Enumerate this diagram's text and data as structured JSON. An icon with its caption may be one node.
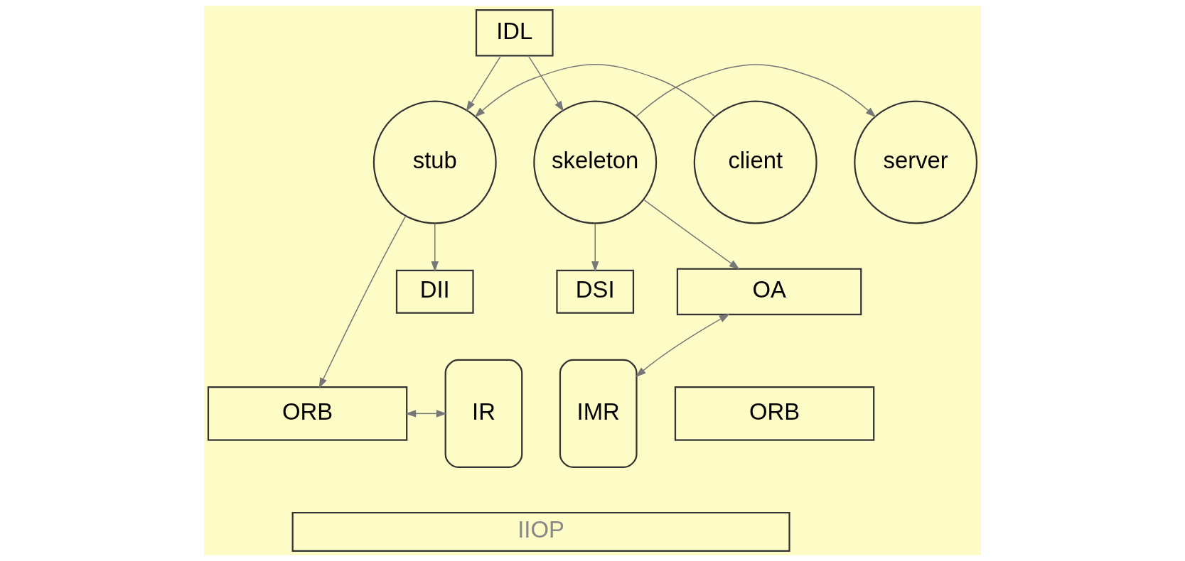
{
  "diagram": {
    "nodes": [
      {
        "text": [
          "IDL"
        ]
      },
      {
        "text": [
          "client"
        ]
      },
      {
        "text": [
          "stub"
        ]
      },
      {
        "text": [
          "skeleton"
        ]
      },
      {
        "text": [
          "server"
        ]
      },
      {
        "text": [
          "IR"
        ]
      },
      {
        "text": [
          "ORB"
        ]
      },
      {
        "text": [
          "DII"
        ]
      },
      {
        "text": [
          "DSI"
        ]
      },
      {
        "text": [
          "OA"
        ]
      },
      {
        "text": [
          "ORB"
        ]
      },
      {
        "text": [
          "IMR"
        ]
      },
      {
        "text": [
          "IIOP"
        ]
      }
    ],
    "edges": [
      {
        "from": 0,
        "to": 2,
        "arrow": "to"
      },
      {
        "from": 0,
        "to": 3,
        "arrow": "to"
      },
      {
        "from": 1,
        "to": 2,
        "arrow": "to"
      },
      {
        "from": 3,
        "to": 4,
        "arrow": "to"
      },
      {
        "from": 2,
        "to": 6,
        "arrow": "to"
      },
      {
        "from": 2,
        "to": 7,
        "arrow": "to"
      },
      {
        "from": 3,
        "to": 8,
        "arrow": "to"
      },
      {
        "from": 3,
        "to": 9,
        "arrow": "to"
      },
      {
        "from": 5,
        "to": 6,
        "arrow": "both"
      },
      {
        "from": 9,
        "to": 11,
        "arrow": "both"
      }
    ]
  }
}
